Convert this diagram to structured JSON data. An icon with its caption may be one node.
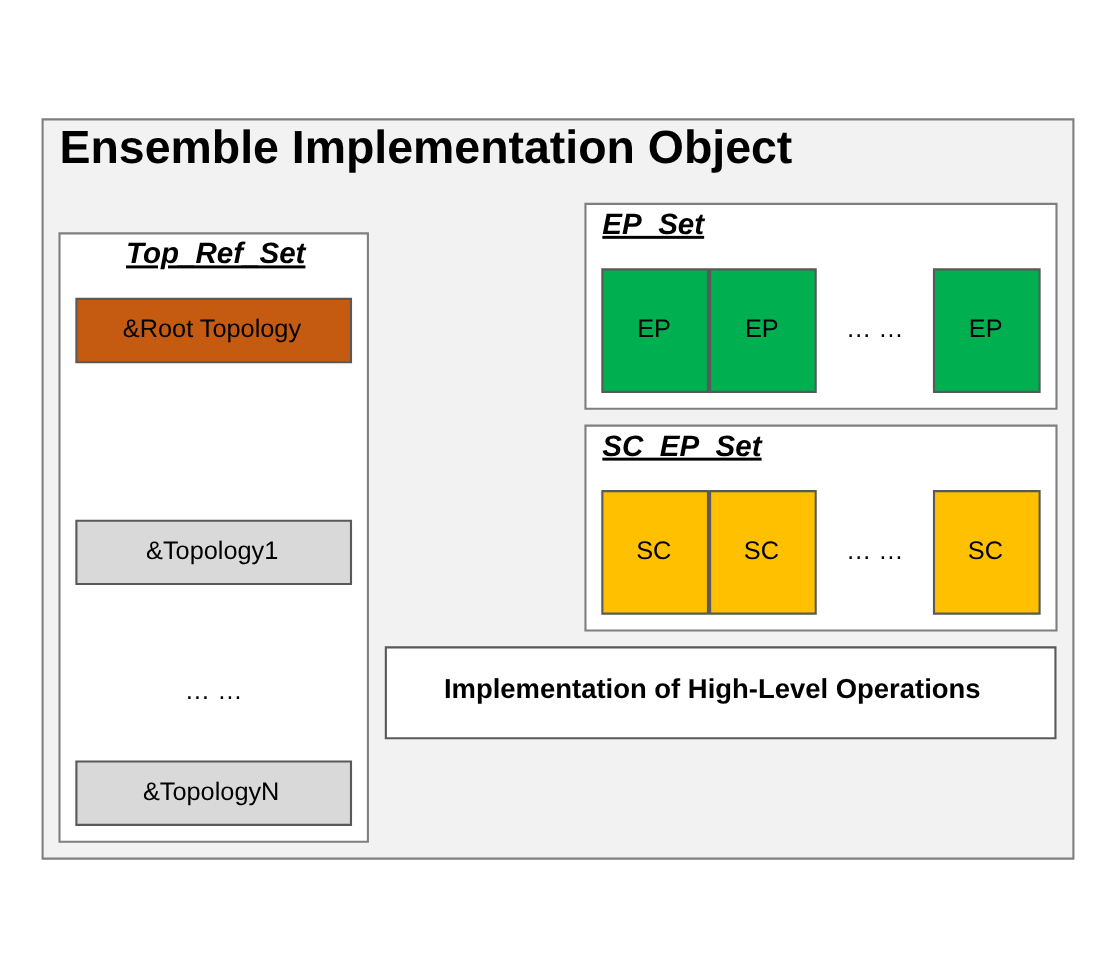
{
  "diagram": {
    "nodes": [
      {
        "text": [
          "Ensemble Implementation Object"
        ]
      },
      {
        "text": [
          "EP_Set"
        ],
        "in": 0
      },
      {
        "text": [
          "EP"
        ],
        "in": 1
      },
      {
        "text": [
          "EP"
        ],
        "in": 1
      },
      {
        "text": [
          "EP"
        ],
        "in": 1
      },
      {
        "text": [
          "SC_EP_Set"
        ],
        "in": 0
      },
      {
        "text": [
          "SC"
        ],
        "in": 5
      },
      {
        "text": [
          "SC"
        ],
        "in": 5
      },
      {
        "text": [
          "SC"
        ],
        "in": 5
      },
      {
        "text": [
          "Top_Ref_Set"
        ],
        "in": 0
      },
      {
        "text": [
          "&Root Topology"
        ],
        "in": 9
      },
      {
        "text": [
          "&Topology1"
        ],
        "in": 9
      },
      {
        "text": [
          "&TopologyN"
        ],
        "in": 9
      },
      {
        "text": [
          "Implementation of High-Level Operations"
        ],
        "in": 0
      }
    ],
    "edges": [],
    "labels": [
      "… …",
      "… …",
      "… …"
    ]
  }
}
